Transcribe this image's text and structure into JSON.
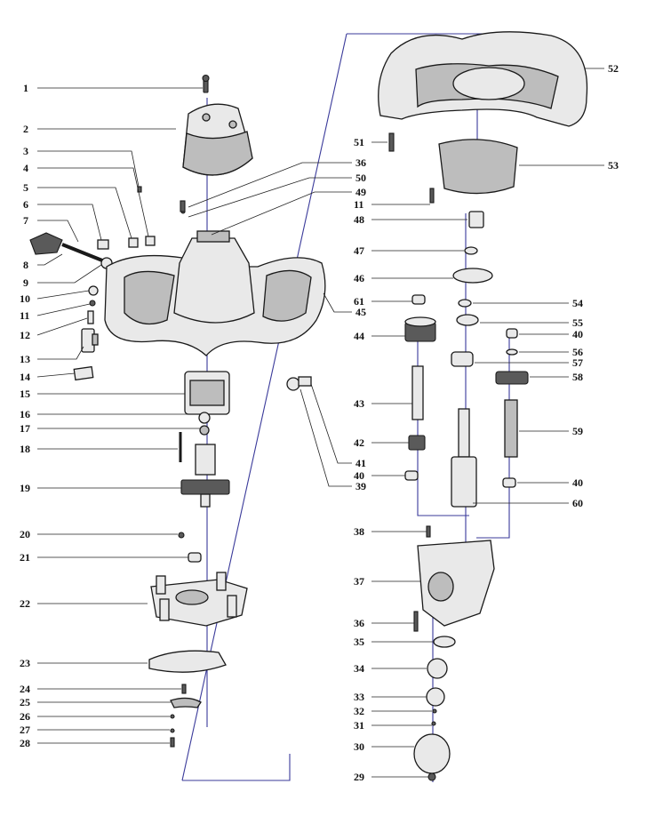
{
  "labels": [
    {
      "id": "1",
      "text": "1"
    },
    {
      "id": "2",
      "text": "2"
    },
    {
      "id": "3",
      "text": "3"
    },
    {
      "id": "4",
      "text": "4"
    },
    {
      "id": "5",
      "text": "5"
    },
    {
      "id": "6",
      "text": "6"
    },
    {
      "id": "7",
      "text": "7"
    },
    {
      "id": "8",
      "text": "8"
    },
    {
      "id": "9",
      "text": "9"
    },
    {
      "id": "10",
      "text": "10"
    },
    {
      "id": "11a",
      "text": "11"
    },
    {
      "id": "12",
      "text": "12"
    },
    {
      "id": "13",
      "text": "13"
    },
    {
      "id": "14",
      "text": "14"
    },
    {
      "id": "15",
      "text": "15"
    },
    {
      "id": "16",
      "text": "16"
    },
    {
      "id": "17",
      "text": "17"
    },
    {
      "id": "18",
      "text": "18"
    },
    {
      "id": "19",
      "text": "19"
    },
    {
      "id": "20",
      "text": "20"
    },
    {
      "id": "21",
      "text": "21"
    },
    {
      "id": "22",
      "text": "22"
    },
    {
      "id": "23",
      "text": "23"
    },
    {
      "id": "24",
      "text": "24"
    },
    {
      "id": "25",
      "text": "25"
    },
    {
      "id": "26",
      "text": "26"
    },
    {
      "id": "27",
      "text": "27"
    },
    {
      "id": "28",
      "text": "28"
    },
    {
      "id": "36a",
      "text": "36"
    },
    {
      "id": "50",
      "text": "50"
    },
    {
      "id": "49",
      "text": "49"
    },
    {
      "id": "45",
      "text": "45"
    },
    {
      "id": "41",
      "text": "41"
    },
    {
      "id": "39",
      "text": "39"
    },
    {
      "id": "52",
      "text": "52"
    },
    {
      "id": "51",
      "text": "51"
    },
    {
      "id": "53",
      "text": "53"
    },
    {
      "id": "11b",
      "text": "11"
    },
    {
      "id": "48",
      "text": "48"
    },
    {
      "id": "47",
      "text": "47"
    },
    {
      "id": "46",
      "text": "46"
    },
    {
      "id": "61",
      "text": "61"
    },
    {
      "id": "54",
      "text": "54"
    },
    {
      "id": "55",
      "text": "55"
    },
    {
      "id": "44",
      "text": "44"
    },
    {
      "id": "40a",
      "text": "40"
    },
    {
      "id": "56",
      "text": "56"
    },
    {
      "id": "57",
      "text": "57"
    },
    {
      "id": "58",
      "text": "58"
    },
    {
      "id": "43",
      "text": "43"
    },
    {
      "id": "59",
      "text": "59"
    },
    {
      "id": "42",
      "text": "42"
    },
    {
      "id": "40b",
      "text": "40"
    },
    {
      "id": "40c",
      "text": "40"
    },
    {
      "id": "60",
      "text": "60"
    },
    {
      "id": "38",
      "text": "38"
    },
    {
      "id": "37",
      "text": "37"
    },
    {
      "id": "36b",
      "text": "36"
    },
    {
      "id": "35",
      "text": "35"
    },
    {
      "id": "34",
      "text": "34"
    },
    {
      "id": "33",
      "text": "33"
    },
    {
      "id": "32",
      "text": "32"
    },
    {
      "id": "31",
      "text": "31"
    },
    {
      "id": "30",
      "text": "30"
    },
    {
      "id": "29",
      "text": "29"
    }
  ]
}
